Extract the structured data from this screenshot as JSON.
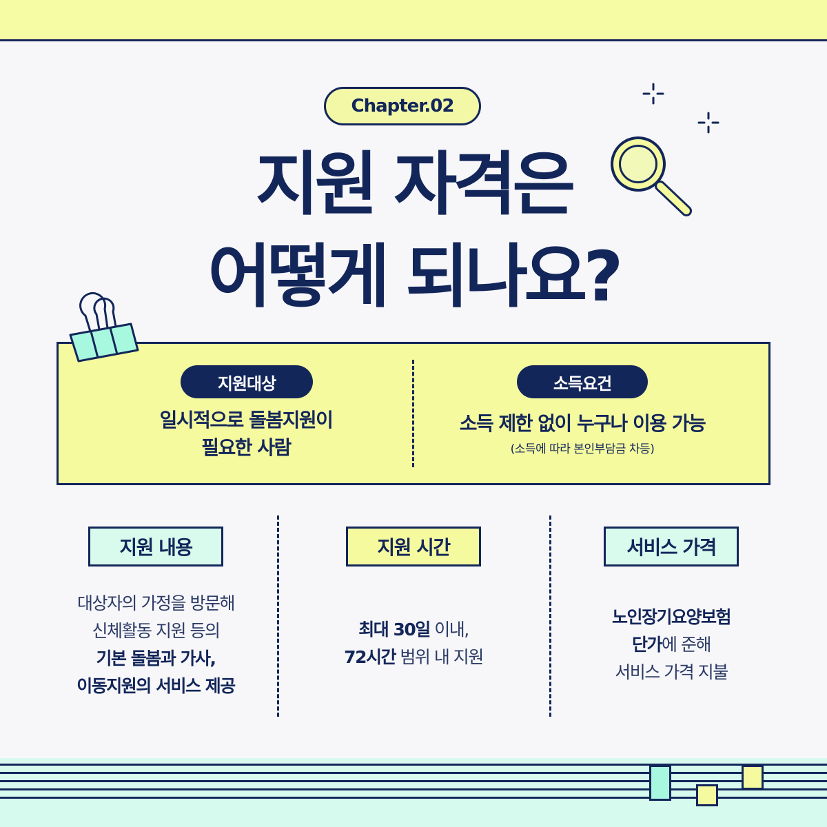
{
  "chapter": "Chapter.02",
  "headline": {
    "line1": "지원 자격은",
    "line2": "어떻게 되나요?"
  },
  "panel": {
    "target": {
      "label": "지원대상",
      "line1": "일시적으로 돌봄지원이",
      "line2": "필요한 사람"
    },
    "income": {
      "label": "소득요건",
      "main": "소득 제한 없이 누구나 이용 가능",
      "note": "(소득에 따라 본인부담금 차등)"
    }
  },
  "columns": {
    "content": {
      "label": "지원 내용",
      "line1": "대상자의 가정을 방문해",
      "line2": "신체활동 지원 등의",
      "line3": "기본 돌봄과 가사,",
      "line4": "이동지원의 서비스 제공"
    },
    "time": {
      "label": "지원 시간",
      "line1_bold": "최대 30일",
      "line1_rest": " 이내,",
      "line2_bold": "72시간",
      "line2_rest": " 범위 내 지원"
    },
    "price": {
      "label": "서비스 가격",
      "line1": "노인장기요양보험",
      "line2_bold": "단가",
      "line2_rest": "에 준해",
      "line3": "서비스 가격 지불"
    }
  },
  "colors": {
    "navy": "#13265a",
    "yellow": "#f5fa9f",
    "mint": "#a8f7df",
    "mint_light": "#d6fbee",
    "background": "#f7f7f9"
  },
  "icons": [
    "magnifier-icon",
    "sparkle-icon",
    "binder-clip-icon"
  ]
}
